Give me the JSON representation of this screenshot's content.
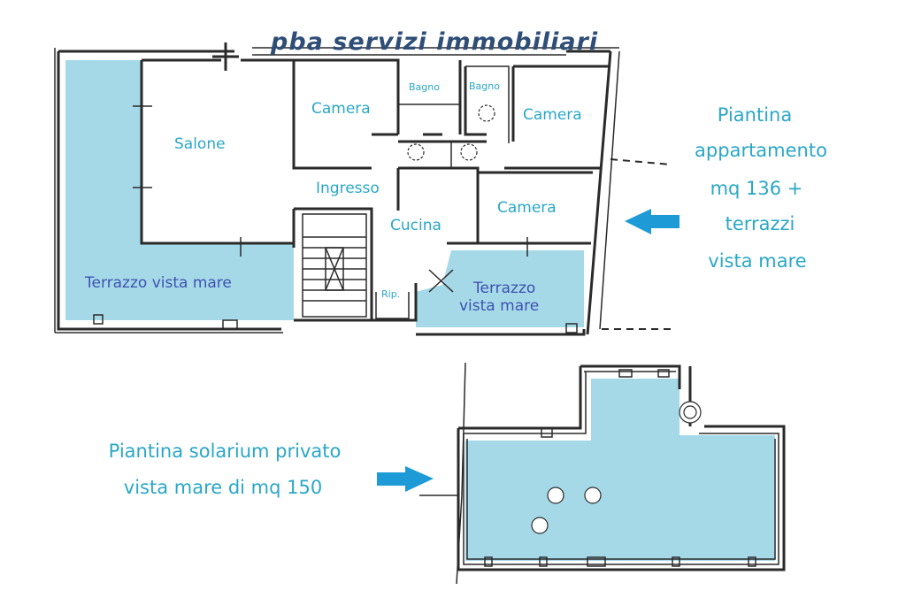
{
  "brand": {
    "name": "pba servizi immobiliari"
  },
  "rooms": {
    "salone": "Salone",
    "camera_1": "Camera",
    "camera_2": "Camera",
    "camera_3": "Camera",
    "bagno_1": "Bagno",
    "bagno_2": "Bagno",
    "ingresso": "Ingresso",
    "cucina": "Cucina",
    "ripostiglio": "Rip.",
    "terrazzo_1": "Terrazzo vista mare",
    "terrazzo_2_line1": "Terrazzo",
    "terrazzo_2_line2": "vista mare"
  },
  "captions": {
    "apartment": [
      "Piantina",
      "appartamento",
      "mq 136 +",
      "terrazzi",
      "vista mare"
    ],
    "solarium": [
      "Piantina solarium privato",
      "vista mare di mq 150"
    ]
  },
  "colors": {
    "terrace_fill": "#a6d9e8",
    "label_cyan": "#2aa7c7",
    "label_blue": "#3d52b0",
    "brand": "#2f4e77",
    "arrow": "#1e9bd7"
  }
}
